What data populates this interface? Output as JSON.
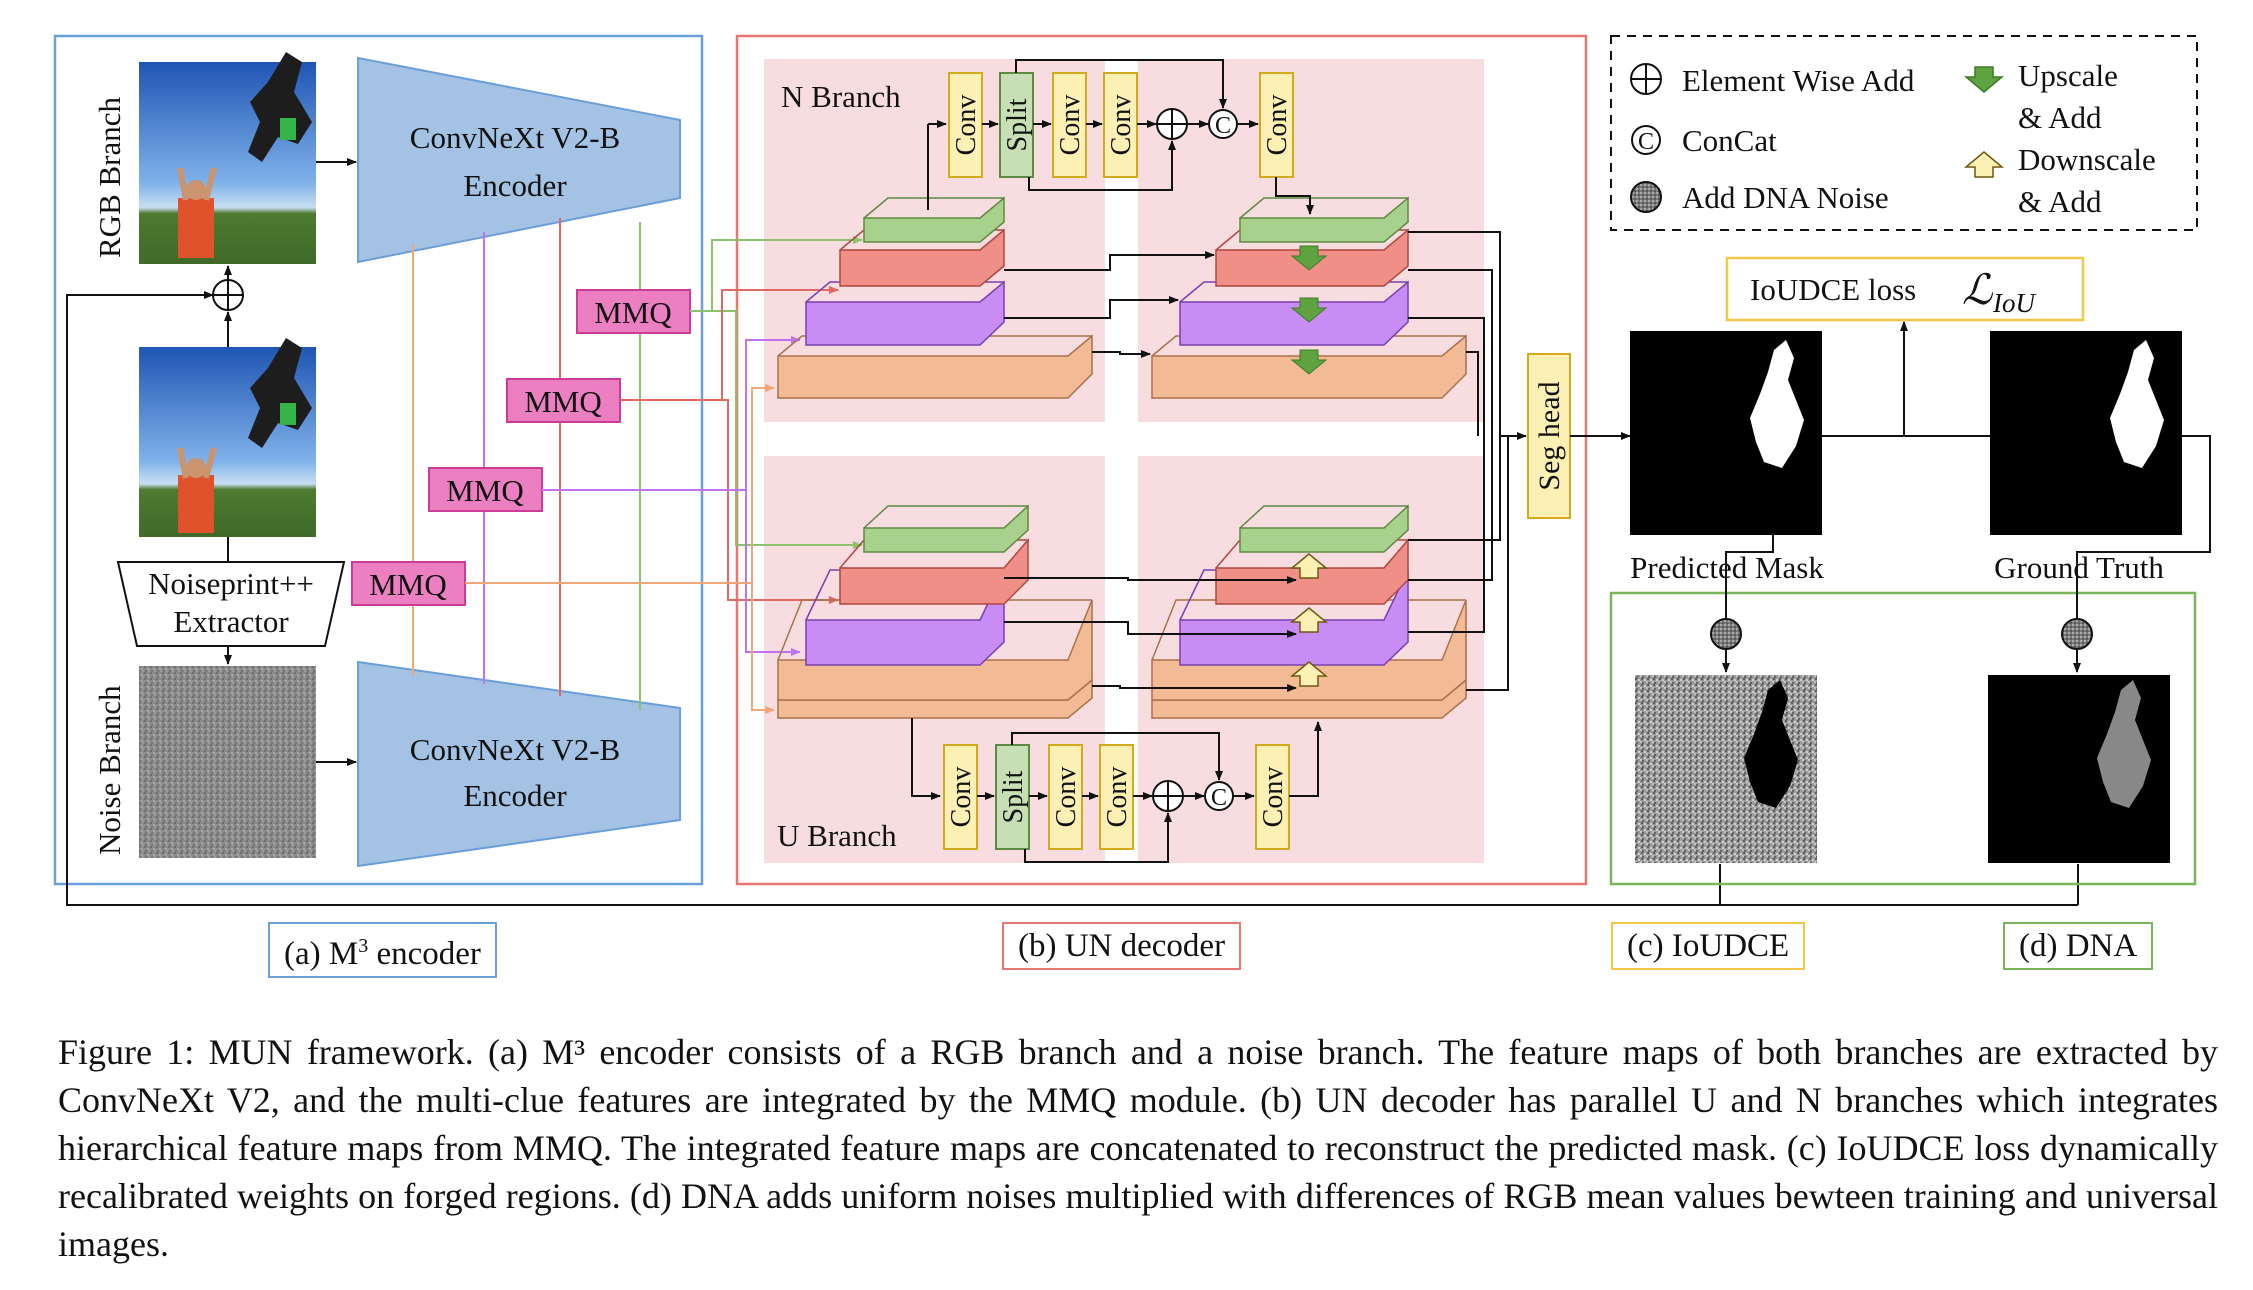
{
  "encoder": {
    "rgb_branch": "RGB Branch",
    "noise_branch": "Noise Branch",
    "encoder_line1": "ConvNeXt V2-B",
    "encoder_line2": "Encoder",
    "extractor_line1": "Noiseprint++",
    "extractor_line2": "Extractor",
    "mmq": "MMQ"
  },
  "decoder": {
    "n_branch": "N Branch",
    "u_branch": "U Branch",
    "conv": "Conv",
    "split": "Split",
    "seg_head": "Seg head"
  },
  "legend": {
    "element_wise_add": "Element Wise Add",
    "concat": "ConCat",
    "add_dna_noise": "Add DNA Noise",
    "upscale_line1": "Upscale",
    "upscale_line2": "& Add",
    "downscale_line1": "Downscale",
    "downscale_line2": "& Add"
  },
  "outputs": {
    "loss_text": "IoUDCE loss",
    "loss_symbol": "ℒ",
    "loss_subscript": "IoU",
    "predicted_mask": "Predicted Mask",
    "ground_truth": "Ground Truth"
  },
  "section_labels": {
    "a_prefix": "(a) M",
    "a_sup": "3",
    "a_suffix": " encoder",
    "b": "(b) UN decoder",
    "c": "(c) IoUDCE",
    "d": "(d) DNA"
  },
  "caption": "Figure 1: MUN framework. (a) M³ encoder consists of a RGB branch and a noise branch. The feature maps of both branches are extracted by ConvNeXt V2, and the multi-clue features are integrated by the MMQ module. (b) UN decoder has parallel U and N branches which integrates hierarchical feature maps from MMQ. The integrated feature maps are concatenated to reconstruct the predicted mask. (c) IoUDCE loss dynamically recalibrated weights on forged regions. (d) DNA adds uniform noises multiplied with differences of RGB mean values bewteen training and universal images.",
  "colors": {
    "encoder_box": "#6a9fd8",
    "decoder_box": "#e8776f",
    "ioudce_box": "#f2c744",
    "dna_box": "#7ab55c",
    "encoder_fill": "#a4c2e4",
    "mmq_fill": "#ec7fc1",
    "mmq_border": "#cc3b95",
    "decoder_panel": "#f7dde0",
    "conv_fill": "#fdf0b4",
    "split_fill": "#c8dfb6",
    "layer_green": "#a9d18e",
    "layer_red": "#ef8f88",
    "layer_purple": "#c88cf5",
    "layer_orange": "#f2bb95",
    "arrow_green": "#5ea33f",
    "arrow_yellow": "#fdf0b4"
  },
  "icons": [
    "plus-circle-icon",
    "concat-circle-icon",
    "noise-circle-icon",
    "up-arrow-icon",
    "down-arrow-icon"
  ]
}
